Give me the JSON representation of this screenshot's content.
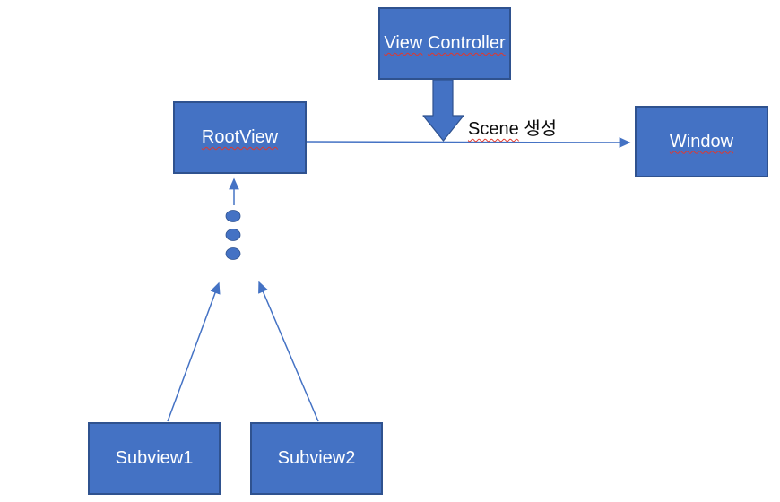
{
  "diagram": {
    "nodes": [
      {
        "id": "view-controller",
        "label": "View Controller",
        "spellcheck_underline": true
      },
      {
        "id": "root-view",
        "label": "RootView",
        "spellcheck_underline": true
      },
      {
        "id": "window",
        "label": "Window",
        "spellcheck_underline": true
      },
      {
        "id": "subview1",
        "label": "Subview1",
        "spellcheck_underline": false
      },
      {
        "id": "subview2",
        "label": "Subview2",
        "spellcheck_underline": false
      }
    ],
    "connector_label": {
      "spellchecked_word": "Scene",
      "plain_word": "생성"
    },
    "ellipsis_dot_count": 3,
    "colors": {
      "shape_fill": "#4472C4",
      "shape_border": "#2F528F",
      "shape_text": "#FFFFFF",
      "connector": "#4472C4",
      "annotation_text": "#0A0A0A",
      "spellcheck_squiggle": "#E0382E"
    }
  }
}
